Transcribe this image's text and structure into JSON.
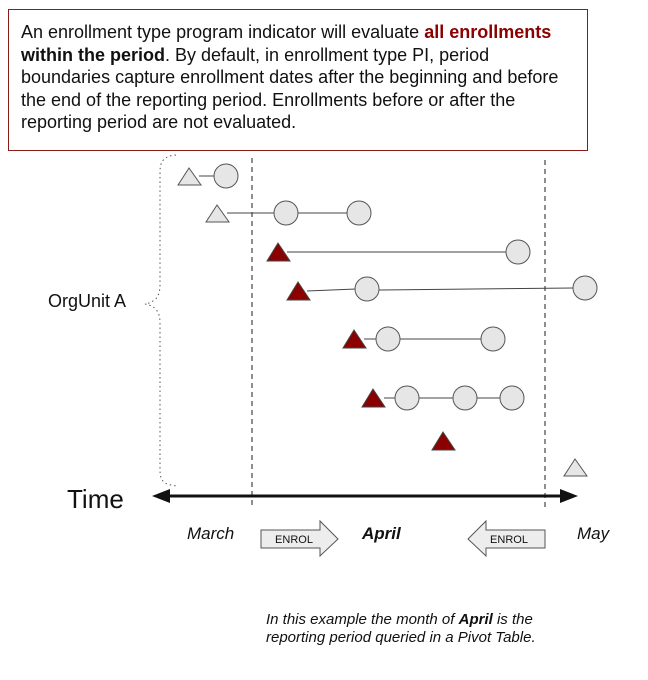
{
  "callout": {
    "text_1": "An enrollment type program indicator will evaluate ",
    "text_red": "all enrollments",
    "text_bold": " within the period",
    "text_2": ". By default, in enrollment type PI, period boundaries capture enrollment dates after the beginning and before the end of the reporting period. Enrollments before or after the reporting period are not evaluated."
  },
  "labels": {
    "orgunit": "OrgUnit A",
    "time": "Time",
    "march": "March",
    "april": "April",
    "may": "May",
    "enrol_left": "ENROL",
    "enrol_right": "ENROL"
  },
  "note": {
    "prefix": "In this example the month of ",
    "bold": "April",
    "suffix": " is the reporting period queried in a Pivot Table."
  },
  "colors": {
    "border": "#8b1a1a",
    "highlight": "#8b0000",
    "triangle_filled": "#8b0000",
    "triangle_outline": "#e6e6e6",
    "circle_fill": "#e6e6e6"
  }
}
